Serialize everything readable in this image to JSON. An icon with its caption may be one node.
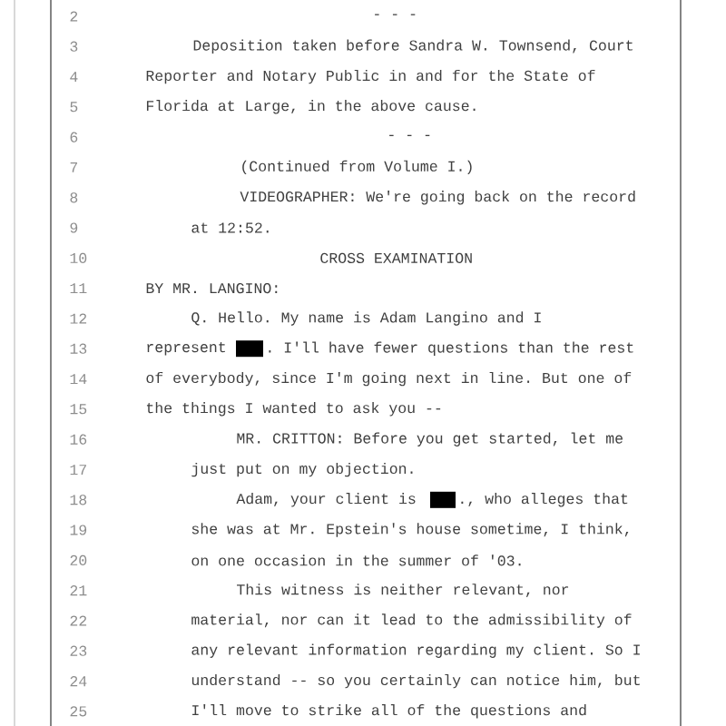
{
  "diagram": {
    "labels": [
      "2",
      "- - -",
      "3",
      "Deposition taken before Sandra W. Townsend, Court",
      "4",
      "Reporter and Notary Public in and for the State of",
      "5",
      "Florida at Large, in the above cause.",
      "6",
      "- - -",
      "7",
      "(Continued from Volume I.)",
      "8",
      "VIDEOGRAPHER:  We're going back on the record",
      "9",
      "at 12:52.",
      "10",
      "CROSS EXAMINATION",
      "11",
      "BY MR. LANGINO:",
      "12",
      "Q.   Hello.  My name is Adam Langino and I",
      "13",
      "represent",
      ". I'll have fewer questions than the rest",
      "14",
      "of everybody, since I'm going next in line.  But one of",
      "15",
      "the things I wanted to ask you --",
      "16",
      "MR. CRITTON:  Before you get started, let me",
      "17",
      "just put on my objection.",
      "18",
      "Adam, your client is",
      "., who alleges that",
      "19",
      "she was at Mr. Epstein's house sometime, I think,",
      "20",
      "on one occasion in the summer of '03.",
      "21",
      "This witness is neither relevant, nor",
      "22",
      "material, nor can it lead to the admissibility of",
      "23",
      "any relevant information regarding my client.  So I",
      "24",
      "understand -- so you certainly can notice him, but",
      "25",
      "I'll move to strike all of the questions and"
    ]
  }
}
